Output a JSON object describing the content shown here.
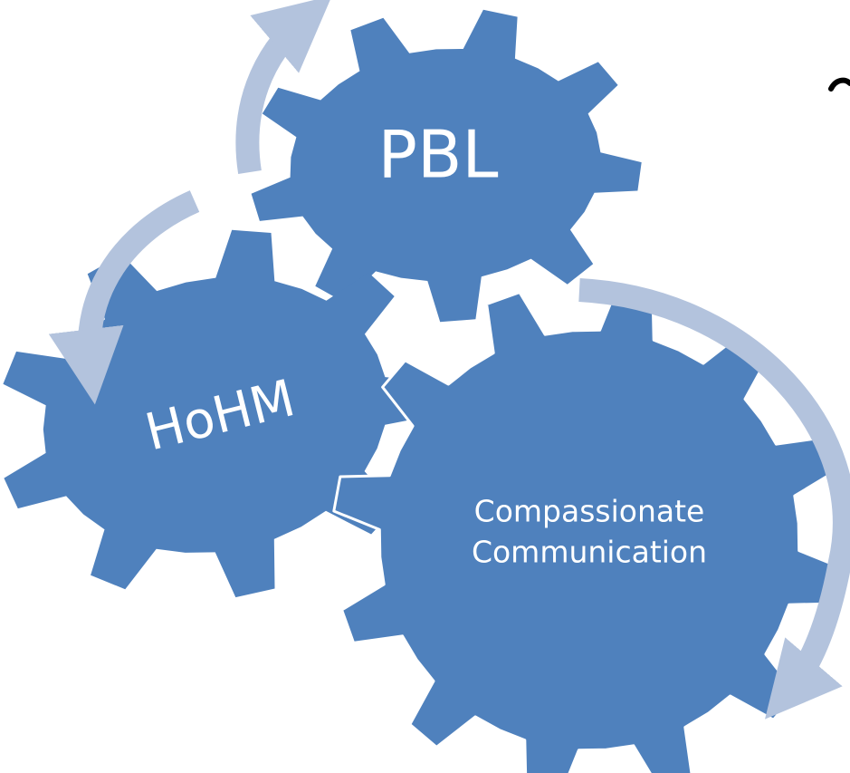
{
  "colors": {
    "gear": "#4f81bd",
    "arrow": "#b3c3dd",
    "gear_outline": "#ffffff",
    "background": "#ffffff",
    "label": "#ffffff"
  },
  "gears": {
    "pbl": {
      "label": "PBL"
    },
    "hohm": {
      "label": "HoHM"
    },
    "compassionate": {
      "label_line1": "Compassionate",
      "label_line2": "Communication"
    }
  }
}
